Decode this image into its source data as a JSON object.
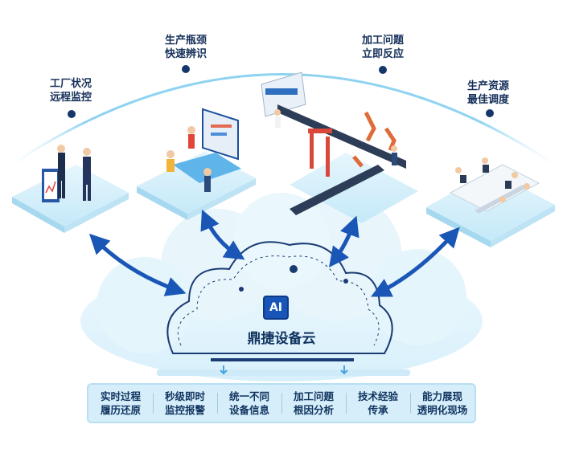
{
  "nodes": [
    {
      "line1": "工厂状况",
      "line2": "远程监控"
    },
    {
      "line1": "生产瓶颈",
      "line2": "快速辨识"
    },
    {
      "line1": "加工问题",
      "line2": "立即反应"
    },
    {
      "line1": "生产资源",
      "line2": "最佳调度"
    }
  ],
  "center": {
    "badge": "AI",
    "title": "鼎捷设备云"
  },
  "features": [
    {
      "line1": "实时过程",
      "line2": "履历还原"
    },
    {
      "line1": "秒级即时",
      "line2": "监控报警"
    },
    {
      "line1": "统一不同",
      "line2": "设备信息"
    },
    {
      "line1": "加工问题",
      "line2": "根因分析"
    },
    {
      "line1": "技术经验",
      "line2": "传承"
    },
    {
      "line1": "能力展现",
      "line2": "透明化现场"
    }
  ],
  "colors": {
    "arc": "#8fd3f1",
    "dot": "#15366b",
    "arrow": "#1a56b6",
    "cloud": "#e3f4fc",
    "text": "#16305a"
  }
}
